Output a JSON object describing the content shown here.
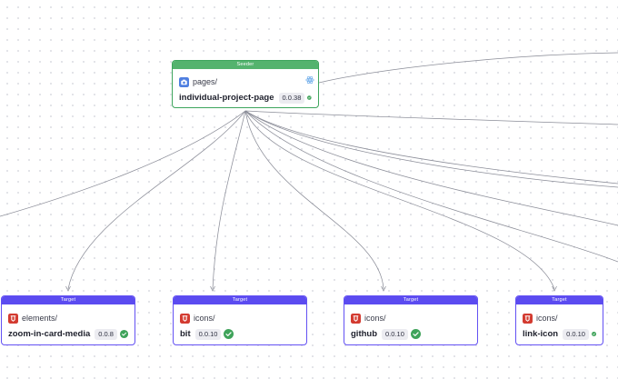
{
  "colors": {
    "seeder": "#54b36e",
    "target": "#5b4bf0",
    "edge": "#8b8d98",
    "status_ok": "#3fa35a",
    "env_react": "#4f7fe0",
    "env_other": "#d33b30"
  },
  "seeder": {
    "header": "Seeder",
    "scope": "pages/",
    "name": "individual-project-page",
    "version": "0.0.38",
    "env_icon": "react-env-icon",
    "framework_icon": "react-atom-icon",
    "status_icon": "check-circle-icon"
  },
  "targets": [
    {
      "header": "Target",
      "scope": "elements/",
      "name": "zoom-in-card-media",
      "version": "0.0.8",
      "env_icon": "env-icon",
      "status_icon": "check-circle-icon"
    },
    {
      "header": "Target",
      "scope": "icons/",
      "name": "bit",
      "version": "0.0.10",
      "env_icon": "env-icon",
      "status_icon": "check-circle-icon"
    },
    {
      "header": "Target",
      "scope": "icons/",
      "name": "github",
      "version": "0.0.10",
      "env_icon": "env-icon",
      "status_icon": "check-circle-icon"
    },
    {
      "header": "Target",
      "scope": "icons/",
      "name": "link-icon",
      "version": "0.0.10",
      "env_icon": "env-icon",
      "status_icon": "check-circle-icon"
    }
  ]
}
